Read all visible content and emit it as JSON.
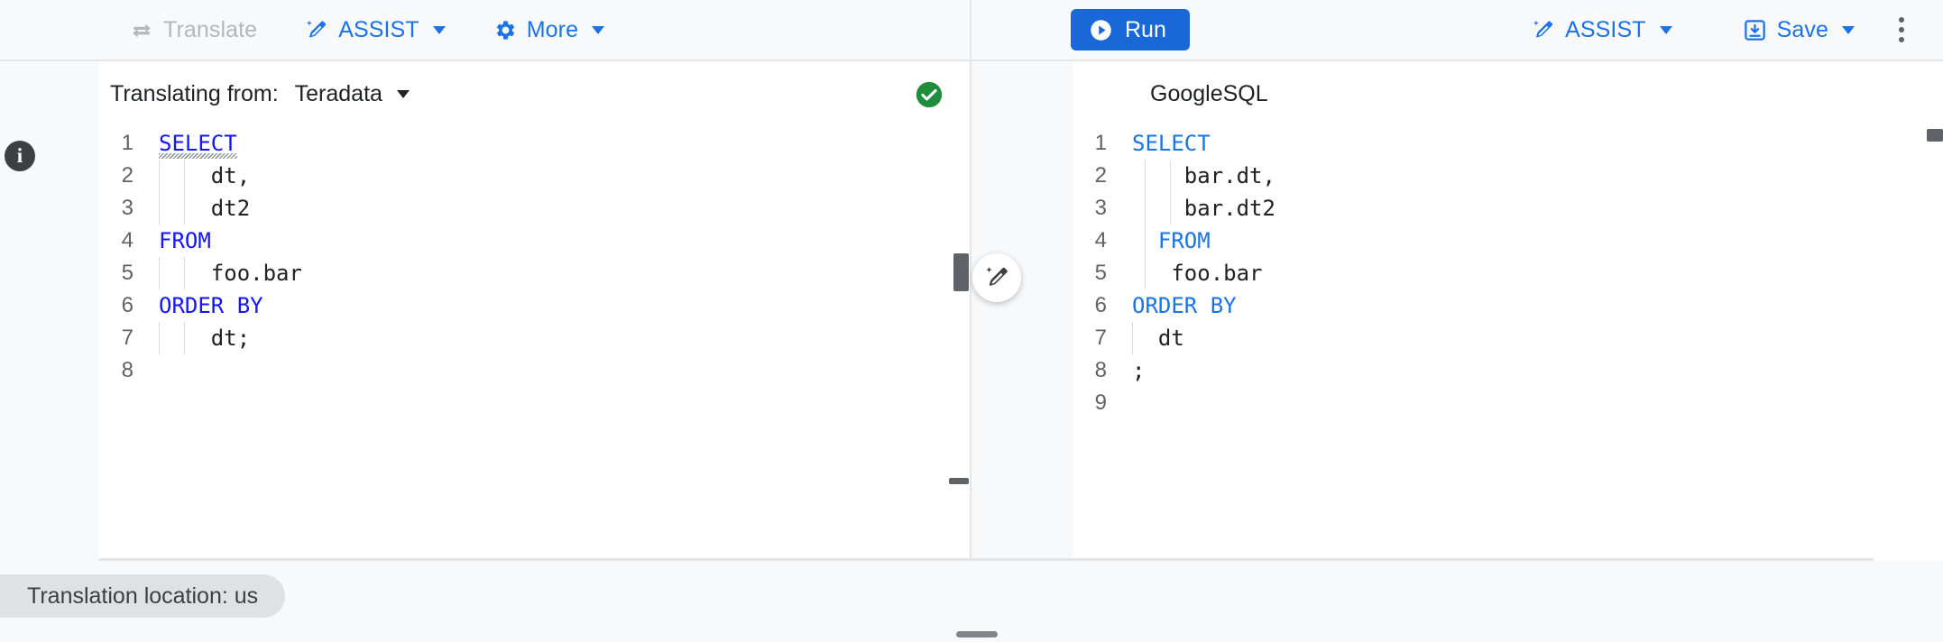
{
  "toolbar": {
    "left": [
      {
        "label": "Translate",
        "icon": "translate-swap-icon",
        "disabled": true
      },
      {
        "label": "ASSIST",
        "icon": "magic-wand-icon",
        "caret": true
      },
      {
        "label": "More",
        "icon": "gear-icon",
        "caret": true
      }
    ],
    "right": {
      "run_label": "Run",
      "run_icon": "play-circle-icon",
      "assist_label": "ASSIST",
      "assist_icon": "magic-wand-icon",
      "save_label": "Save",
      "save_icon": "save-download-icon",
      "overflow_icon": "vertical-dots-icon"
    }
  },
  "source_header": {
    "label": "Translating from:",
    "dialect": "Teradata",
    "status_icon": "green-check-circle-icon",
    "status_color": "#1e8e3e"
  },
  "target_header": {
    "dialect": "GoogleSQL"
  },
  "source_editor": {
    "info_icon": "info-circle-icon",
    "lines": [
      {
        "n": "1",
        "segments": [
          {
            "t": "SELECT",
            "c": "kw",
            "squiggle": true
          }
        ],
        "guides": []
      },
      {
        "n": "2",
        "segments": [
          {
            "t": "    dt,",
            "c": ""
          }
        ],
        "guides": [
          0,
          28
        ]
      },
      {
        "n": "3",
        "segments": [
          {
            "t": "    dt2",
            "c": ""
          }
        ],
        "guides": [
          0,
          28
        ]
      },
      {
        "n": "4",
        "segments": [
          {
            "t": "FROM",
            "c": "kw"
          }
        ],
        "guides": []
      },
      {
        "n": "5",
        "segments": [
          {
            "t": "    foo.bar",
            "c": ""
          }
        ],
        "guides": [
          0,
          28
        ]
      },
      {
        "n": "6",
        "segments": [
          {
            "t": "ORDER BY",
            "c": "kw"
          }
        ],
        "guides": []
      },
      {
        "n": "7",
        "segments": [
          {
            "t": "    dt;",
            "c": ""
          }
        ],
        "guides": [
          0,
          28
        ]
      },
      {
        "n": "8",
        "segments": [
          {
            "t": "",
            "c": ""
          }
        ],
        "guides": []
      }
    ]
  },
  "target_editor": {
    "fab_icon": "magic-wand-edit-icon",
    "drag_handle": "pane-resize-handle",
    "lines": [
      {
        "n": "1",
        "segments": [
          {
            "t": "SELECT",
            "c": "kw2"
          }
        ],
        "guides": []
      },
      {
        "n": "2",
        "segments": [
          {
            "t": "    bar.dt,",
            "c": ""
          }
        ],
        "guides": [
          14,
          42
        ]
      },
      {
        "n": "3",
        "segments": [
          {
            "t": "    bar.dt2",
            "c": ""
          }
        ],
        "guides": [
          14,
          42
        ]
      },
      {
        "n": "4",
        "segments": [
          {
            "t": "  FROM",
            "c": "kw2"
          }
        ],
        "guides": [
          14
        ]
      },
      {
        "n": "5",
        "segments": [
          {
            "t": "   foo.bar",
            "c": ""
          }
        ],
        "guides": [
          14
        ]
      },
      {
        "n": "6",
        "segments": [
          {
            "t": "ORDER BY",
            "c": "kw2"
          }
        ],
        "guides": []
      },
      {
        "n": "7",
        "segments": [
          {
            "t": "  dt",
            "c": ""
          }
        ],
        "guides": [
          0
        ]
      },
      {
        "n": "8",
        "segments": [
          {
            "t": ";",
            "c": ""
          }
        ],
        "guides": []
      },
      {
        "n": "9",
        "segments": [
          {
            "t": "",
            "c": ""
          }
        ],
        "guides": []
      }
    ]
  },
  "footer": {
    "location_chip": "Translation location: us",
    "bottom_grip": "panel-resize-grip"
  }
}
